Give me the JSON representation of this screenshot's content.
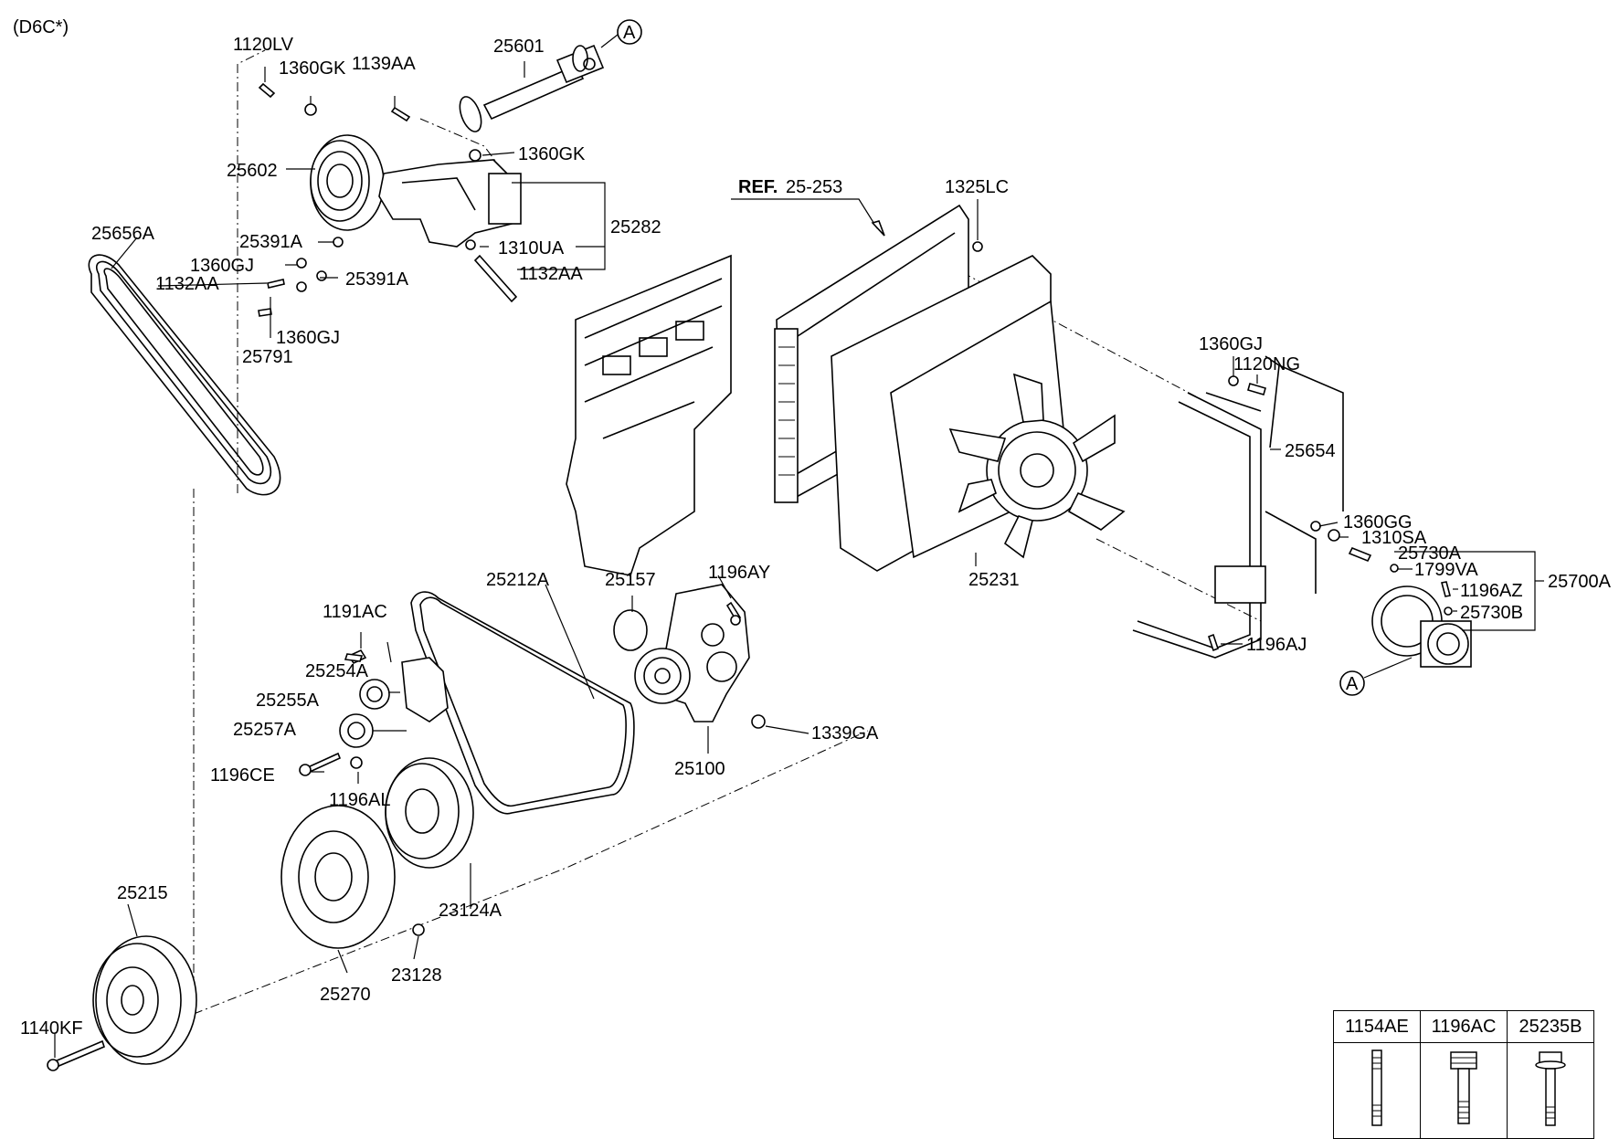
{
  "variant": "(D6C*)",
  "ref_prefix": "REF.",
  "ref_number": "25-253",
  "marker_letter": "A",
  "part_labels": {
    "p1120LV": "1120LV",
    "p1360GK_a": "1360GK",
    "p1139AA": "1139AA",
    "p25601": "25601",
    "p1360GK_b": "1360GK",
    "p25602": "25602",
    "p25282": "25282",
    "p25391A_a": "25391A",
    "p1310UA": "1310UA",
    "p1360GJ_a": "1360GJ",
    "p1132AA_a": "1132AA",
    "p1132AA_b": "1132AA",
    "p25391A_b": "25391A",
    "p1360GJ_b": "1360GJ",
    "p25791": "25791",
    "p25656A": "25656A",
    "p1325LC": "1325LC",
    "p1360GJ_c": "1360GJ",
    "p1120NG": "1120NG",
    "p25654": "25654",
    "p1360GG": "1360GG",
    "p1310SA": "1310SA",
    "p25730A": "25730A",
    "p1799VA": "1799VA",
    "p25700A": "25700A",
    "p1196AZ": "1196AZ",
    "p25730B": "25730B",
    "p1196AJ": "1196AJ",
    "p25231": "25231",
    "p25212A": "25212A",
    "p25157": "25157",
    "p1196AY": "1196AY",
    "p1191AC": "1191AC",
    "p25254A": "25254A",
    "p25255A": "25255A",
    "p25257A": "25257A",
    "p1196CE": "1196CE",
    "p1196AL": "1196AL",
    "p1339GA": "1339GA",
    "p25100": "25100",
    "p25215": "25215",
    "p23124A": "23124A",
    "p23128": "23128",
    "p25270": "25270",
    "p1140KF": "1140KF"
  },
  "legend": {
    "columns": [
      "1154AE",
      "1196AC",
      "25235B"
    ]
  }
}
